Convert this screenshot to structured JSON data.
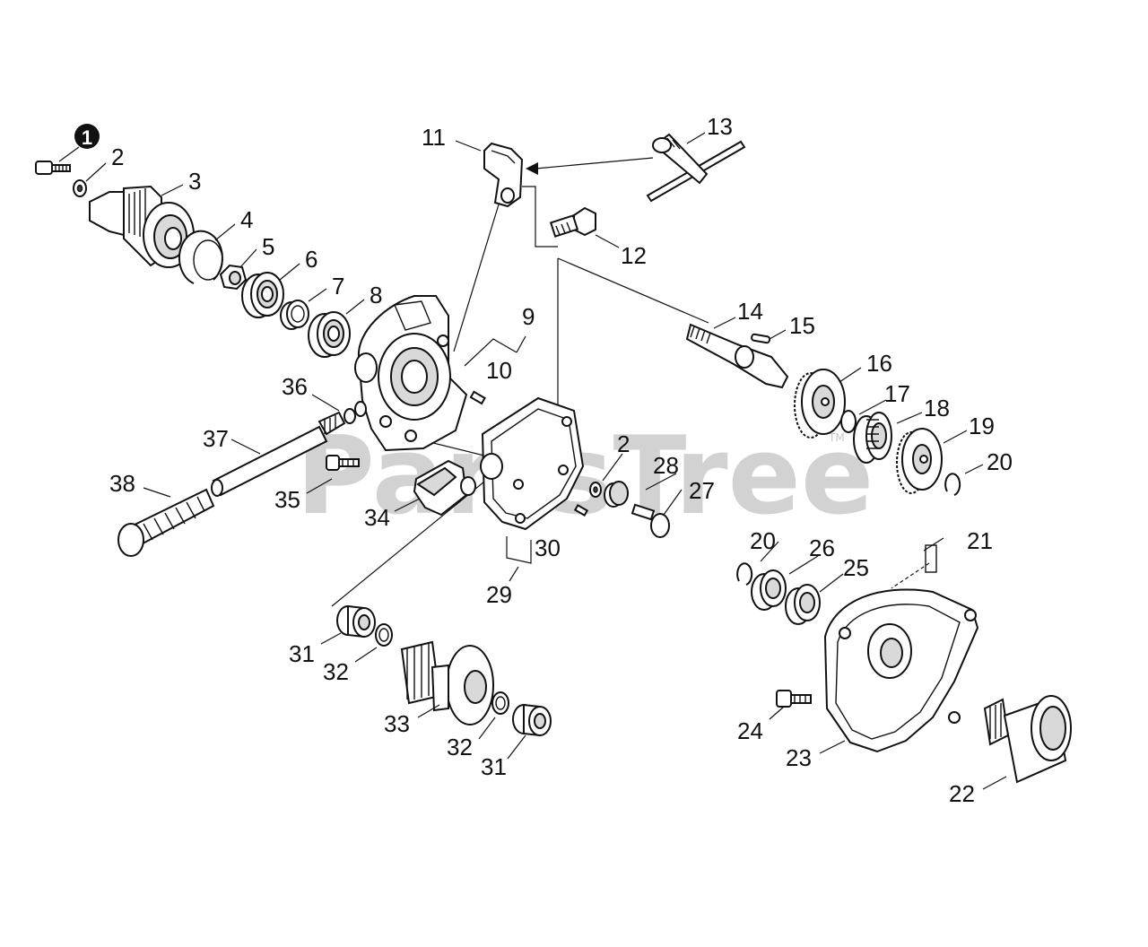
{
  "watermark": {
    "text": "PartsTree",
    "tm": "TM"
  },
  "callouts": {
    "c1": "1",
    "c2a": "2",
    "c3": "3",
    "c4": "4",
    "c5": "5",
    "c6": "6",
    "c7": "7",
    "c8": "8",
    "c9": "9",
    "c10": "10",
    "c11": "11",
    "c12": "12",
    "c13": "13",
    "c14": "14",
    "c15": "15",
    "c16": "16",
    "c17": "17",
    "c18": "18",
    "c19": "19",
    "c20a": "20",
    "c20b": "20",
    "c21": "21",
    "c22": "22",
    "c23": "23",
    "c24": "24",
    "c25": "25",
    "c26": "26",
    "c27": "27",
    "c28": "28",
    "c2b": "2",
    "c29": "29",
    "c30": "30",
    "c31a": "31",
    "c31b": "31",
    "c32a": "32",
    "c32b": "32",
    "c33": "33",
    "c34": "34",
    "c35": "35",
    "c36": "36",
    "c37": "37",
    "c38": "38"
  }
}
